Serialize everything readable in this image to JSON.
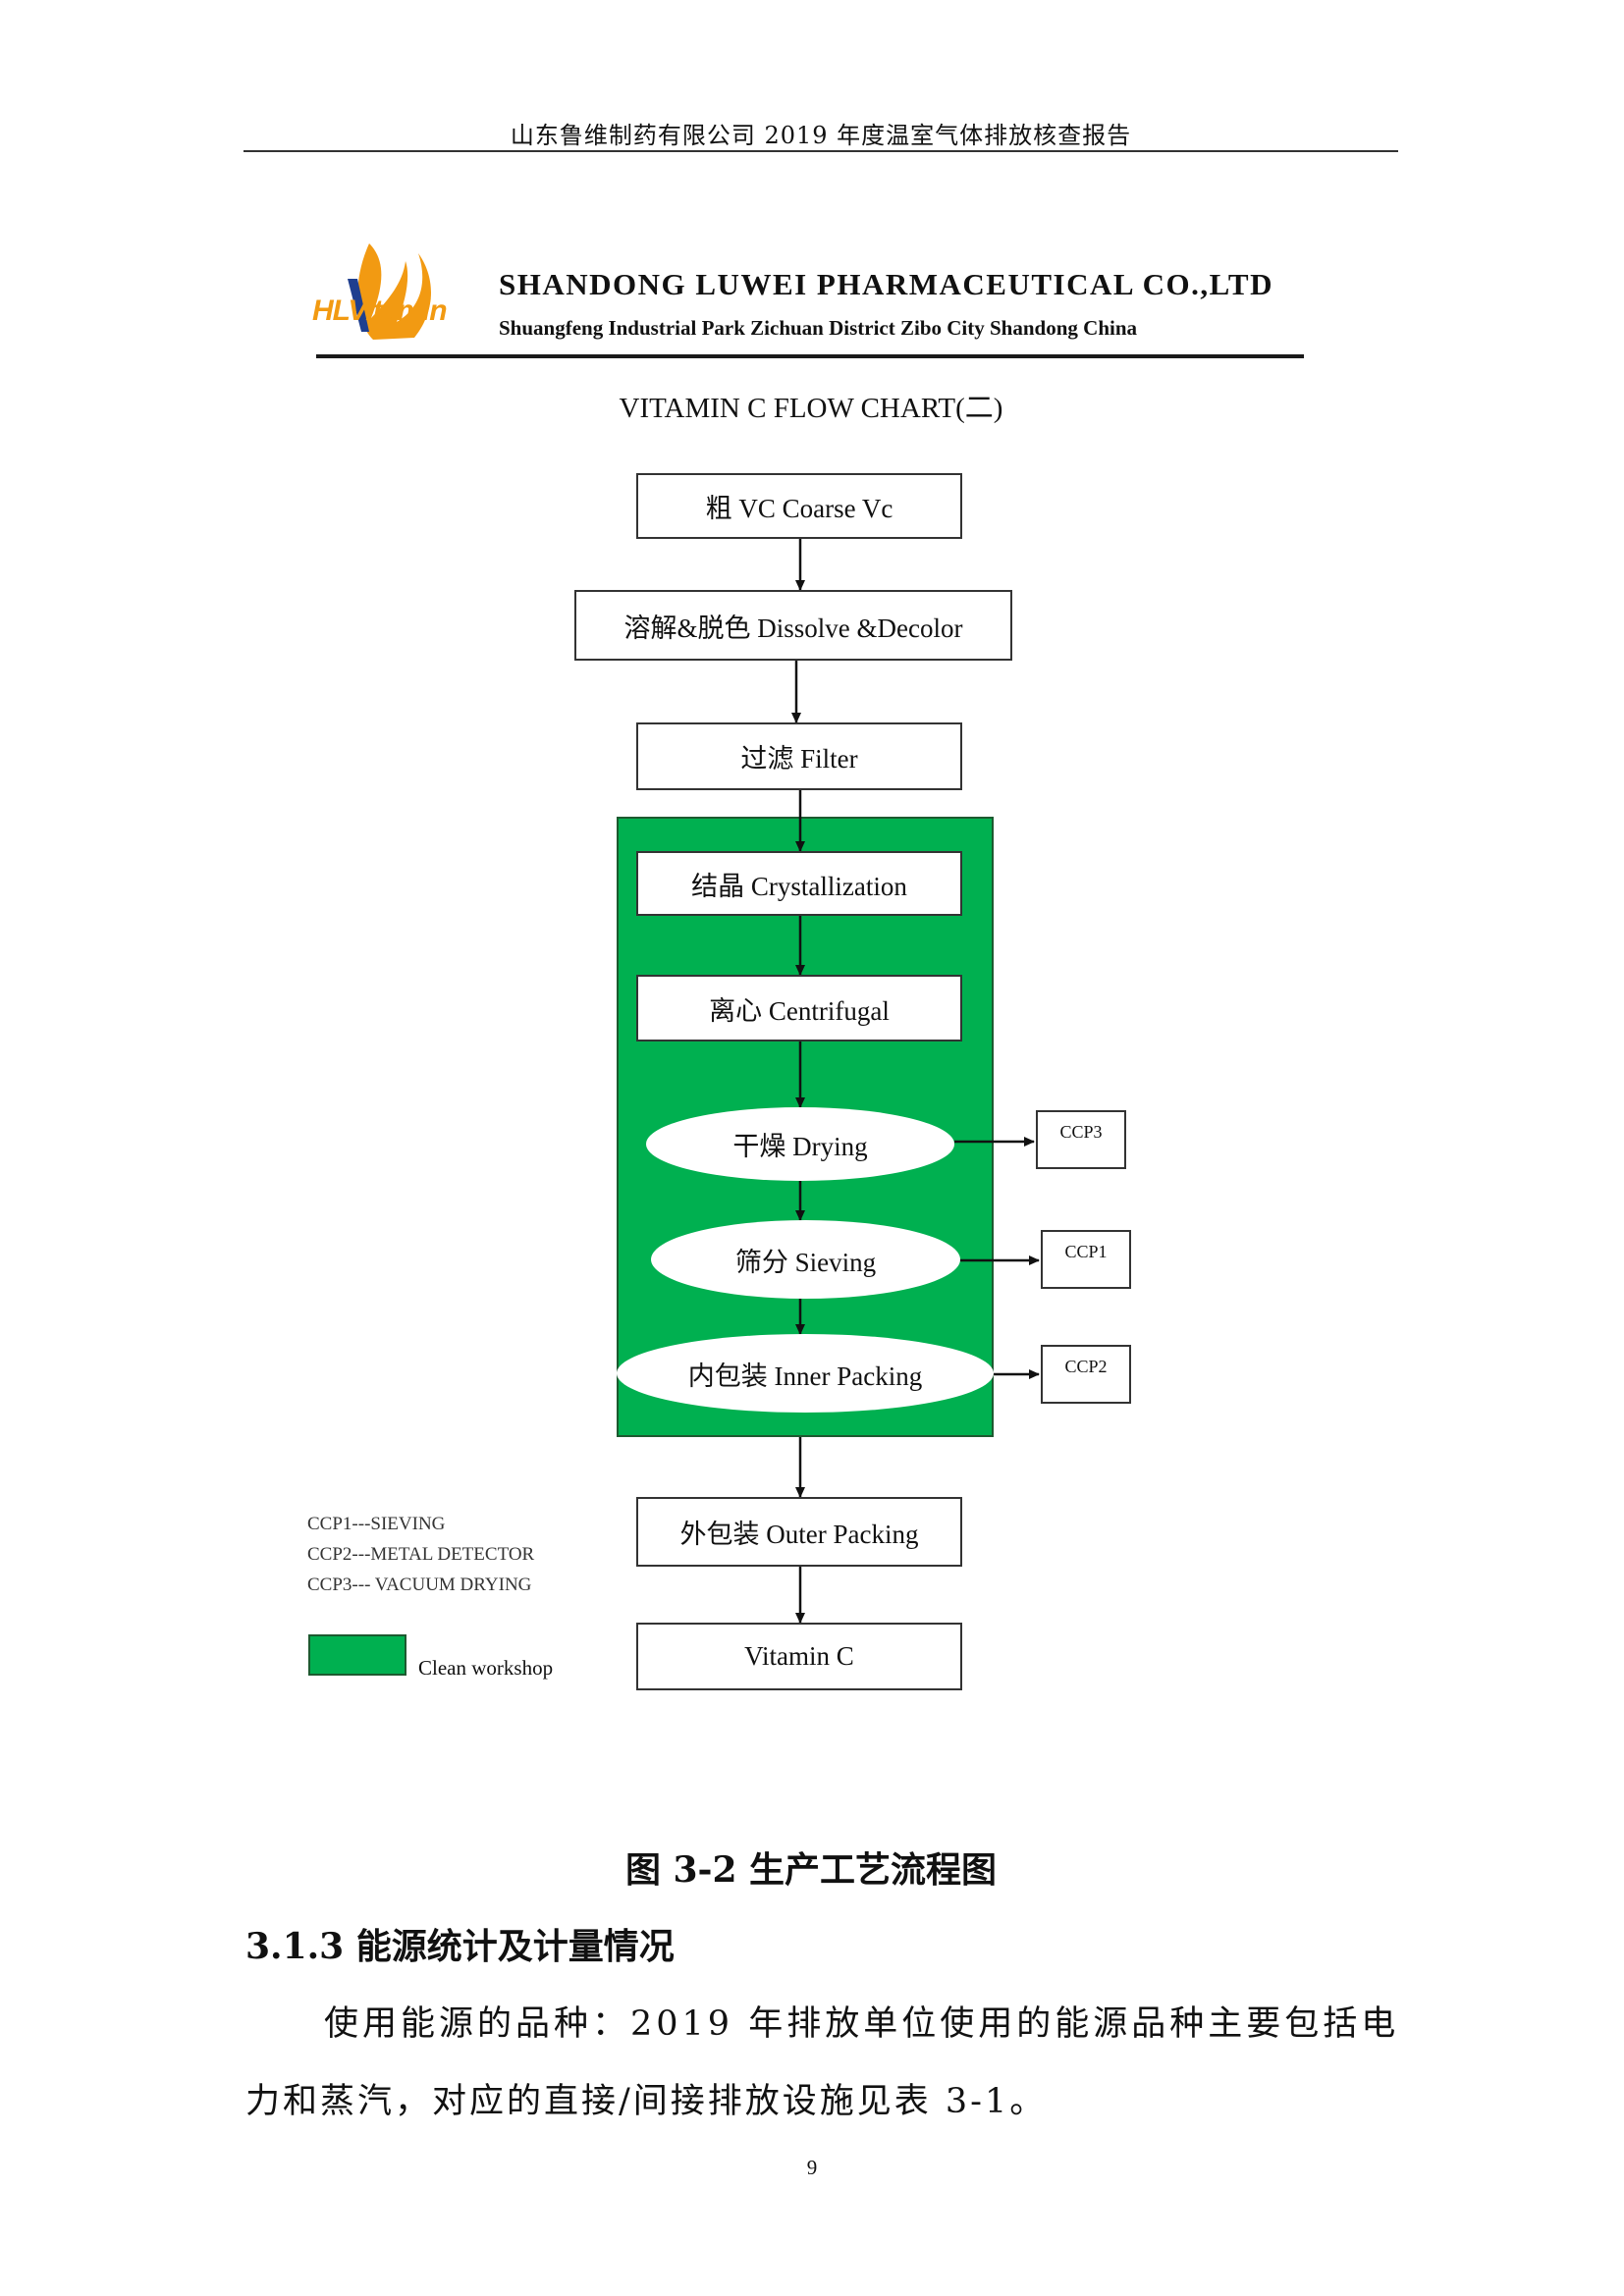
{
  "header": {
    "title": "山东鲁维制药有限公司 2019 年度温室气体排放核查报告"
  },
  "letterhead": {
    "logo_text": "HLVitamin",
    "company_name": "SHANDONG LUWEI PHARMACEUTICAL CO.,LTD",
    "address": "Shuangfeng Industrial Park Zichuan District Zibo City Shandong China",
    "logo_color": "#f29a12"
  },
  "flowchart": {
    "title": "VITAMIN C FLOW CHART(二)",
    "clean_area_color": "#00b050",
    "steps": {
      "coarse_vc": "粗 VC    Coarse Vc",
      "dissolve": "溶解&脱色 Dissolve &Decolor",
      "filter": "过滤  Filter",
      "crystallization": "结晶 Crystallization",
      "centrifugal": "离心 Centrifugal",
      "drying": "干燥 Drying",
      "sieving": "筛分  Sieving",
      "inner_packing": "内包装 Inner Packing",
      "outer_packing": "外包装 Outer Packing",
      "vitamin_c": "Vitamin C"
    },
    "ccp": {
      "drying": "CCP3",
      "sieving": "CCP1",
      "inner_packing": "CCP2"
    },
    "legend": {
      "ccp1": "CCP1---SIEVING",
      "ccp2": "CCP2---METAL DETECTOR",
      "ccp3": "CCP3--- VACUUM DRYING",
      "clean_workshop": "Clean workshop"
    }
  },
  "figure_caption": "图 3-2 生产工艺流程图",
  "section": {
    "heading": "3.1.3  能源统计及计量情况",
    "paragraph_line1": "使用能源的品种：2019 年排放单位使用的能源品种主要包括电",
    "paragraph_line2": "力和蒸汽，对应的直接/间接排放设施见表 3-1。"
  },
  "page_number": "9"
}
